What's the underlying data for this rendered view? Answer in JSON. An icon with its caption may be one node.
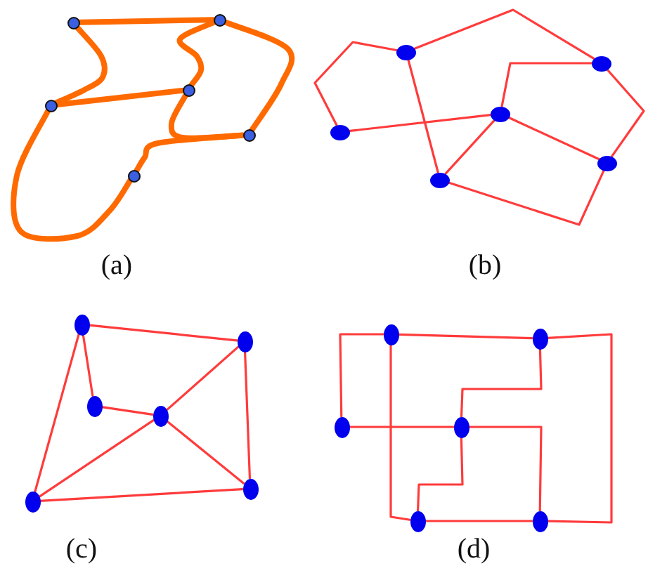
{
  "diagram": {
    "nodes": [
      {
        "text": [],
        "shape": "circle"
      },
      {
        "text": [],
        "shape": "circle"
      },
      {
        "text": [],
        "shape": "circle"
      },
      {
        "text": [],
        "shape": "circle"
      },
      {
        "text": [],
        "shape": "circle"
      },
      {
        "text": [],
        "shape": "circle"
      },
      {
        "text": [],
        "shape": "circle"
      },
      {
        "text": [],
        "shape": "circle"
      },
      {
        "text": [],
        "shape": "circle"
      },
      {
        "text": [],
        "shape": "circle"
      },
      {
        "text": [],
        "shape": "circle"
      },
      {
        "text": [],
        "shape": "circle"
      },
      {
        "text": [],
        "shape": "circle"
      },
      {
        "text": [],
        "shape": "circle"
      },
      {
        "text": [],
        "shape": "circle"
      },
      {
        "text": [],
        "shape": "circle"
      },
      {
        "text": [],
        "shape": "circle"
      },
      {
        "text": [],
        "shape": "circle"
      },
      {
        "text": [],
        "shape": "circle"
      },
      {
        "text": [],
        "shape": "circle"
      },
      {
        "text": [],
        "shape": "circle"
      },
      {
        "text": [],
        "shape": "circle"
      },
      {
        "text": [],
        "shape": "circle"
      },
      {
        "text": [],
        "shape": "circle"
      }
    ],
    "edges": [
      {
        "from": 0,
        "to": 1,
        "arrow": "none",
        "style": "thick",
        "color": "#ff6a00"
      },
      {
        "from": 0,
        "to": 2,
        "arrow": "none",
        "style": "thick",
        "color": "#ff6a00"
      },
      {
        "from": 2,
        "to": 3,
        "arrow": "none",
        "style": "thick",
        "color": "#ff6a00"
      },
      {
        "from": 1,
        "to": 3,
        "arrow": "none",
        "style": "thick",
        "color": "#ff6a00"
      },
      {
        "from": 3,
        "to": 4,
        "arrow": "none",
        "style": "thick",
        "color": "#ff6a00"
      },
      {
        "from": 1,
        "to": 4,
        "arrow": "none",
        "style": "thick",
        "color": "#ff6a00"
      },
      {
        "from": 4,
        "to": 5,
        "arrow": "none",
        "style": "thick",
        "color": "#ff6a00"
      },
      {
        "from": 2,
        "to": 5,
        "arrow": "none",
        "style": "thick",
        "color": "#ff6a00"
      },
      {
        "from": 6,
        "to": 7,
        "arrow": "none"
      },
      {
        "from": 6,
        "to": 8,
        "arrow": "none"
      },
      {
        "from": 6,
        "to": 11,
        "arrow": "none"
      },
      {
        "from": 7,
        "to": 9,
        "arrow": "none"
      },
      {
        "from": 9,
        "to": 8,
        "arrow": "none"
      },
      {
        "from": 9,
        "to": 11,
        "arrow": "none"
      },
      {
        "from": 9,
        "to": 10,
        "arrow": "none"
      },
      {
        "from": 8,
        "to": 10,
        "arrow": "none"
      },
      {
        "from": 11,
        "to": 10,
        "arrow": "none"
      },
      {
        "from": 12,
        "to": 13,
        "arrow": "none"
      },
      {
        "from": 12,
        "to": 14,
        "arrow": "none"
      },
      {
        "from": 12,
        "to": 16,
        "arrow": "none"
      },
      {
        "from": 14,
        "to": 15,
        "arrow": "none"
      },
      {
        "from": 15,
        "to": 13,
        "arrow": "none"
      },
      {
        "from": 15,
        "to": 16,
        "arrow": "none"
      },
      {
        "from": 15,
        "to": 17,
        "arrow": "none"
      },
      {
        "from": 13,
        "to": 17,
        "arrow": "none"
      },
      {
        "from": 16,
        "to": 17,
        "arrow": "none"
      },
      {
        "from": 18,
        "to": 19,
        "arrow": "none"
      },
      {
        "from": 18,
        "to": 20,
        "arrow": "none"
      },
      {
        "from": 18,
        "to": 22,
        "arrow": "none"
      },
      {
        "from": 19,
        "to": 21,
        "arrow": "none"
      },
      {
        "from": 20,
        "to": 21,
        "arrow": "none"
      },
      {
        "from": 21,
        "to": 23,
        "arrow": "none"
      },
      {
        "from": 21,
        "to": 22,
        "arrow": "none"
      },
      {
        "from": 22,
        "to": 23,
        "arrow": "none"
      },
      {
        "from": 19,
        "to": 23,
        "arrow": "none"
      }
    ],
    "labels": [
      "(a)",
      "(b)",
      "(c)",
      "(d)"
    ]
  }
}
